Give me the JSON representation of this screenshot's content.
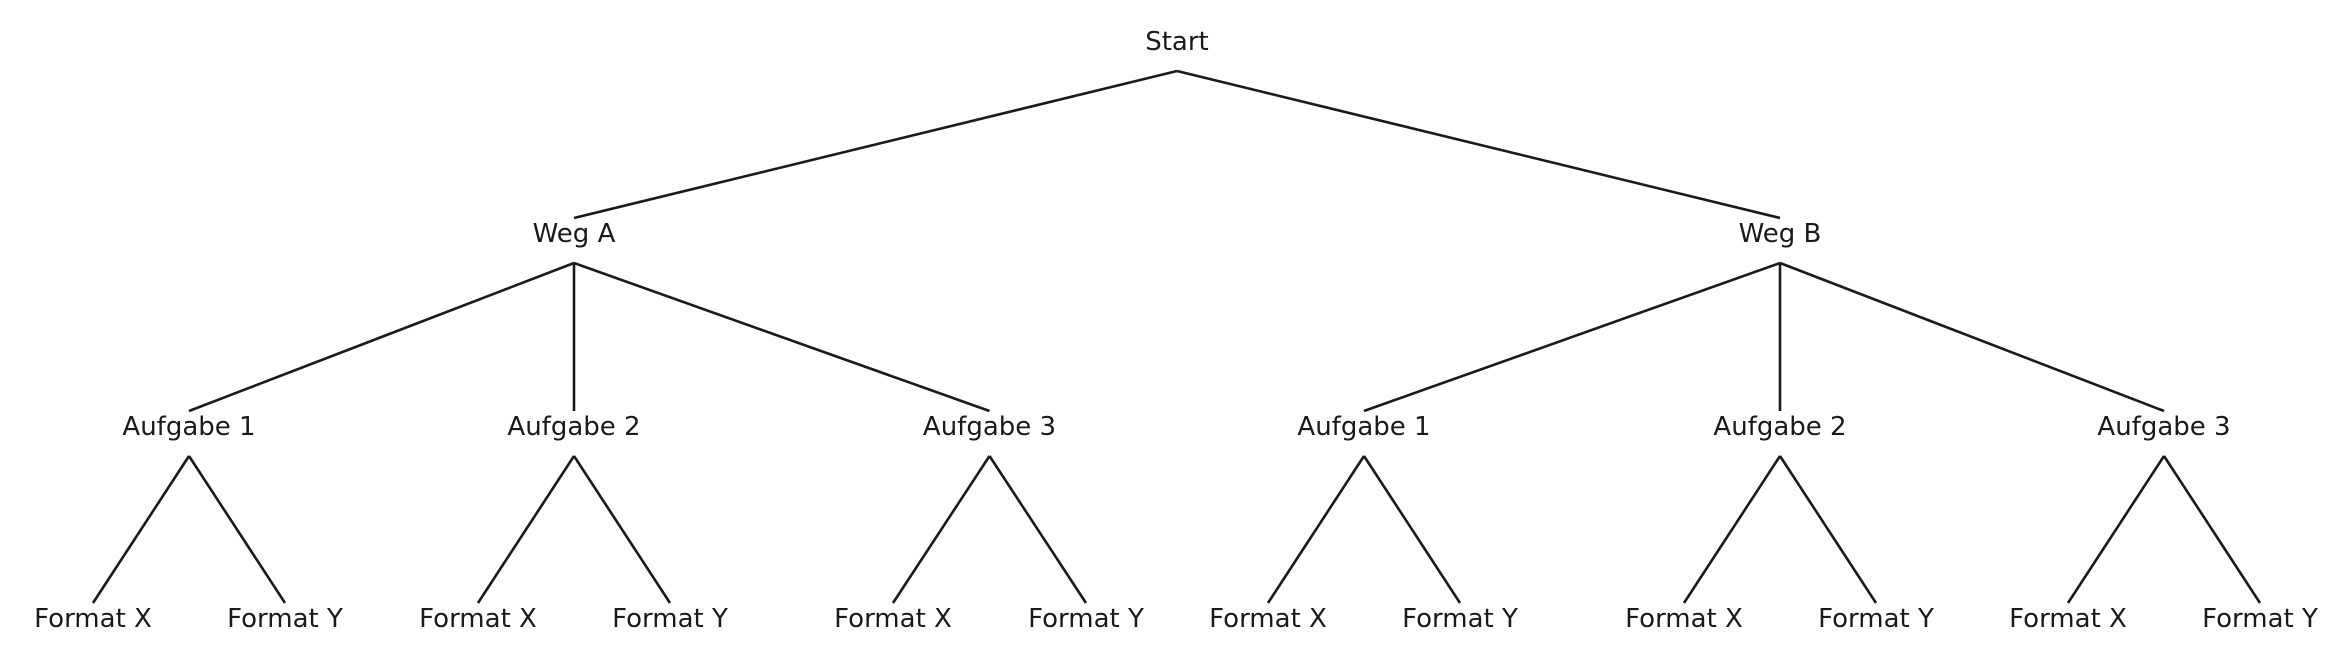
{
  "diagram": {
    "type": "tree",
    "colors": {
      "line": "#1a1a1a",
      "text": "#1a1a1a",
      "background": "#ffffff"
    },
    "root": {
      "label": "Start",
      "children": [
        {
          "label": "Weg A",
          "children": [
            {
              "label": "Aufgabe 1",
              "children": [
                {
                  "label": "Format X"
                },
                {
                  "label": "Format Y"
                }
              ]
            },
            {
              "label": "Aufgabe 2",
              "children": [
                {
                  "label": "Format X"
                },
                {
                  "label": "Format Y"
                }
              ]
            },
            {
              "label": "Aufgabe 3",
              "children": [
                {
                  "label": "Format X"
                },
                {
                  "label": "Format Y"
                }
              ]
            }
          ]
        },
        {
          "label": "Weg B",
          "children": [
            {
              "label": "Aufgabe 1",
              "children": [
                {
                  "label": "Format X"
                },
                {
                  "label": "Format Y"
                }
              ]
            },
            {
              "label": "Aufgabe 2",
              "children": [
                {
                  "label": "Format X"
                },
                {
                  "label": "Format Y"
                }
              ]
            },
            {
              "label": "Aufgabe 3",
              "children": [
                {
                  "label": "Format X"
                },
                {
                  "label": "Format Y"
                }
              ]
            }
          ]
        }
      ]
    }
  }
}
